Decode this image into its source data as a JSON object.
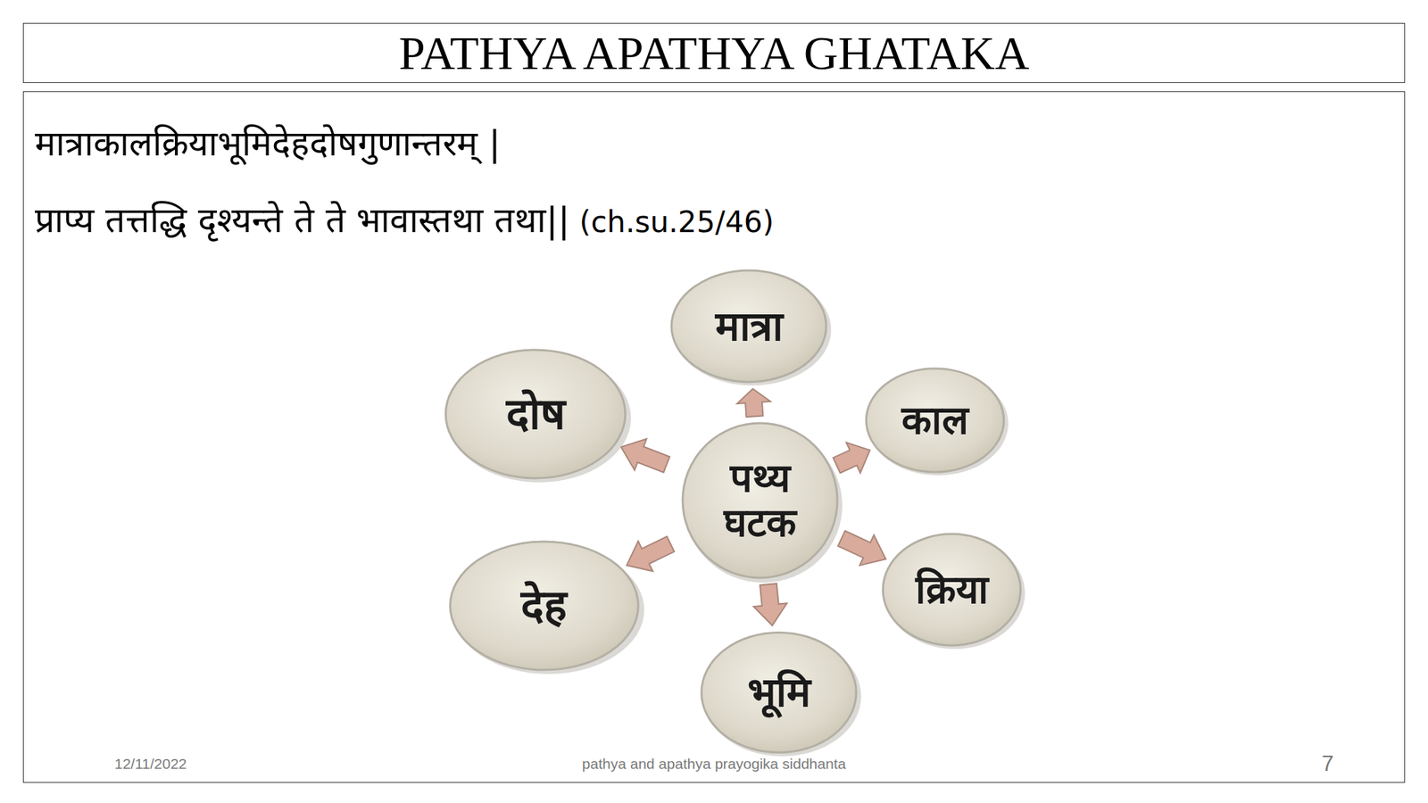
{
  "diagram": {
    "title": "PATHYA APATHYA GHATAKA",
    "nodes": [
      {
        "text": [
          "पथ्य घटक"
        ]
      },
      {
        "text": [
          "मात्रा"
        ]
      },
      {
        "text": [
          "काल"
        ]
      },
      {
        "text": [
          "क्रिया"
        ]
      },
      {
        "text": [
          "भूमि"
        ]
      },
      {
        "text": [
          "देह"
        ]
      },
      {
        "text": [
          "दोष"
        ]
      }
    ],
    "edges": [
      {
        "from": 0,
        "to": 1,
        "arrow": "to"
      },
      {
        "from": 0,
        "to": 2,
        "arrow": "to"
      },
      {
        "from": 0,
        "to": 3,
        "arrow": "to"
      },
      {
        "from": 0,
        "to": 4,
        "arrow": "to"
      },
      {
        "from": 0,
        "to": 5,
        "arrow": "to"
      },
      {
        "from": 0,
        "to": 6,
        "arrow": "to"
      }
    ],
    "labels": [
      "मात्राकालक्रियाभूमिदेहदोषगुणान्तरम् |",
      "प्राप्य तत्तद्धि दृश्यन्ते ते ते भावास्तथा तथा||",
      "(ch.su.25/46)",
      "12/11/2022",
      "pathya and apathya prayogika siddhanta",
      "7"
    ]
  }
}
